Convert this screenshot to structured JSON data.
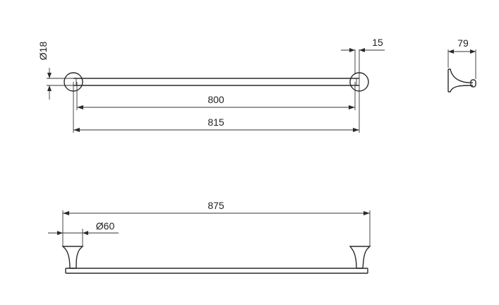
{
  "dimensions": {
    "bar_diameter": "Ø18",
    "mount_offset": "15",
    "projection": "79",
    "inner_length": "800",
    "center_length": "815",
    "overall_length": "875",
    "base_diameter": "Ø60"
  },
  "colors": {
    "line": "#2a2a2a",
    "background": "#ffffff"
  }
}
